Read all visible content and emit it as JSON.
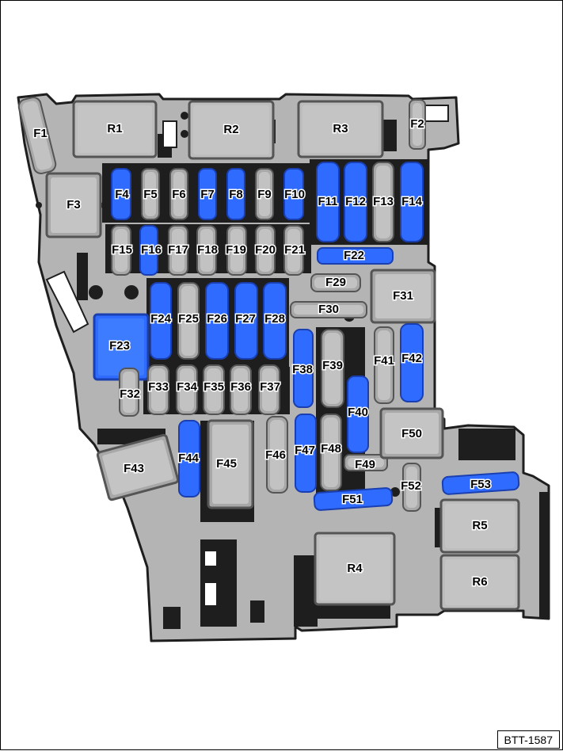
{
  "figure": {
    "reference_code": "BTT-1587"
  },
  "colors": {
    "housing": "#b4b4b4",
    "housing_dark": "#1e1e1e",
    "fuse_gray": "#a8a8a8",
    "fuse_blue": "#2f6bff",
    "relay": "#bdbdbd",
    "relay_edge": "#555555"
  },
  "components": [
    {
      "id": "F1",
      "kind": "fuse",
      "highlighted": false
    },
    {
      "id": "F2",
      "kind": "fuse",
      "highlighted": false
    },
    {
      "id": "F3",
      "kind": "block",
      "highlighted": false
    },
    {
      "id": "F4",
      "kind": "fuse",
      "highlighted": true
    },
    {
      "id": "F5",
      "kind": "fuse",
      "highlighted": false
    },
    {
      "id": "F6",
      "kind": "fuse",
      "highlighted": false
    },
    {
      "id": "F7",
      "kind": "fuse",
      "highlighted": true
    },
    {
      "id": "F8",
      "kind": "fuse",
      "highlighted": true
    },
    {
      "id": "F9",
      "kind": "fuse",
      "highlighted": false
    },
    {
      "id": "F10",
      "kind": "fuse",
      "highlighted": true
    },
    {
      "id": "F11",
      "kind": "fuse",
      "highlighted": true
    },
    {
      "id": "F12",
      "kind": "fuse",
      "highlighted": true
    },
    {
      "id": "F13",
      "kind": "fuse",
      "highlighted": false
    },
    {
      "id": "F14",
      "kind": "fuse",
      "highlighted": true
    },
    {
      "id": "F15",
      "kind": "fuse",
      "highlighted": false
    },
    {
      "id": "F16",
      "kind": "fuse",
      "highlighted": true
    },
    {
      "id": "F17",
      "kind": "fuse",
      "highlighted": false
    },
    {
      "id": "F18",
      "kind": "fuse",
      "highlighted": false
    },
    {
      "id": "F19",
      "kind": "fuse",
      "highlighted": false
    },
    {
      "id": "F20",
      "kind": "fuse",
      "highlighted": false
    },
    {
      "id": "F21",
      "kind": "fuse",
      "highlighted": false
    },
    {
      "id": "F22",
      "kind": "fuse",
      "highlighted": true
    },
    {
      "id": "F23",
      "kind": "block",
      "highlighted": true
    },
    {
      "id": "F24",
      "kind": "fuse",
      "highlighted": true
    },
    {
      "id": "F25",
      "kind": "fuse",
      "highlighted": false
    },
    {
      "id": "F26",
      "kind": "fuse",
      "highlighted": true
    },
    {
      "id": "F27",
      "kind": "fuse",
      "highlighted": true
    },
    {
      "id": "F28",
      "kind": "fuse",
      "highlighted": true
    },
    {
      "id": "F29",
      "kind": "fuse",
      "highlighted": false
    },
    {
      "id": "F30",
      "kind": "fuse",
      "highlighted": false
    },
    {
      "id": "F31",
      "kind": "block",
      "highlighted": false
    },
    {
      "id": "F32",
      "kind": "fuse",
      "highlighted": false
    },
    {
      "id": "F33",
      "kind": "fuse",
      "highlighted": false
    },
    {
      "id": "F34",
      "kind": "fuse",
      "highlighted": false
    },
    {
      "id": "F35",
      "kind": "fuse",
      "highlighted": false
    },
    {
      "id": "F36",
      "kind": "fuse",
      "highlighted": false
    },
    {
      "id": "F37",
      "kind": "fuse",
      "highlighted": false
    },
    {
      "id": "F38",
      "kind": "fuse",
      "highlighted": true
    },
    {
      "id": "F39",
      "kind": "fuse",
      "highlighted": false
    },
    {
      "id": "F40",
      "kind": "fuse",
      "highlighted": true
    },
    {
      "id": "F41",
      "kind": "fuse",
      "highlighted": false
    },
    {
      "id": "F42",
      "kind": "fuse",
      "highlighted": true
    },
    {
      "id": "F43",
      "kind": "block",
      "highlighted": false
    },
    {
      "id": "F44",
      "kind": "fuse",
      "highlighted": true
    },
    {
      "id": "F45",
      "kind": "block",
      "highlighted": false
    },
    {
      "id": "F46",
      "kind": "fuse",
      "highlighted": false
    },
    {
      "id": "F47",
      "kind": "fuse",
      "highlighted": true
    },
    {
      "id": "F48",
      "kind": "fuse",
      "highlighted": false
    },
    {
      "id": "F49",
      "kind": "fuse",
      "highlighted": false
    },
    {
      "id": "F50",
      "kind": "block",
      "highlighted": false
    },
    {
      "id": "F51",
      "kind": "fuse",
      "highlighted": true
    },
    {
      "id": "F52",
      "kind": "fuse",
      "highlighted": false
    },
    {
      "id": "F53",
      "kind": "fuse",
      "highlighted": true
    },
    {
      "id": "R1",
      "kind": "relay",
      "highlighted": false
    },
    {
      "id": "R2",
      "kind": "relay",
      "highlighted": false
    },
    {
      "id": "R3",
      "kind": "relay",
      "highlighted": false
    },
    {
      "id": "R4",
      "kind": "relay",
      "highlighted": false
    },
    {
      "id": "R5",
      "kind": "relay",
      "highlighted": false
    },
    {
      "id": "R6",
      "kind": "relay",
      "highlighted": false
    }
  ]
}
